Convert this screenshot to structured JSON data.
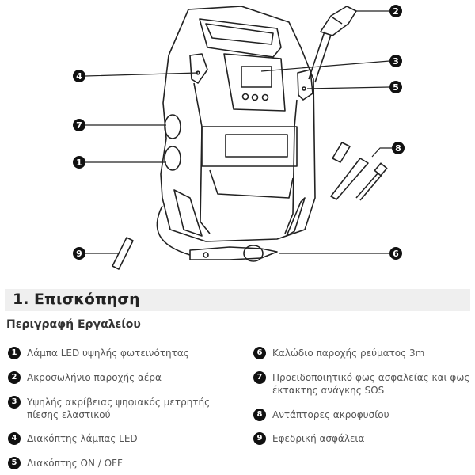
{
  "diagram": {
    "callouts": [
      "1",
      "2",
      "3",
      "4",
      "5",
      "6",
      "7",
      "8",
      "9"
    ]
  },
  "section": {
    "title": "1. Επισκόπηση"
  },
  "subtitle": "Περιγραφή Εργαλείου",
  "items": [
    {
      "num": "1",
      "label": "Λάμπα LED υψηλής φωτεινότητας"
    },
    {
      "num": "2",
      "label": "Ακροσωλήνιο παροχής αέρα"
    },
    {
      "num": "3",
      "label": "Υψηλής ακρίβειας ψηφιακός μετρητής πίεσης ελαστικού"
    },
    {
      "num": "4",
      "label": "Διακόπτης λάμπας LED"
    },
    {
      "num": "5",
      "label": "Διακόπτης ON / OFF"
    },
    {
      "num": "6",
      "label": "Καλώδιο παροχής ρεύματος 3m"
    },
    {
      "num": "7",
      "label": "Προειδοποιητικό φως ασφαλείας και φως έκτακτης ανάγκης SOS"
    },
    {
      "num": "8",
      "label": "Αντάπτορες ακροφυσίου"
    },
    {
      "num": "9",
      "label": "Εφεδρική ασφάλεια"
    }
  ]
}
